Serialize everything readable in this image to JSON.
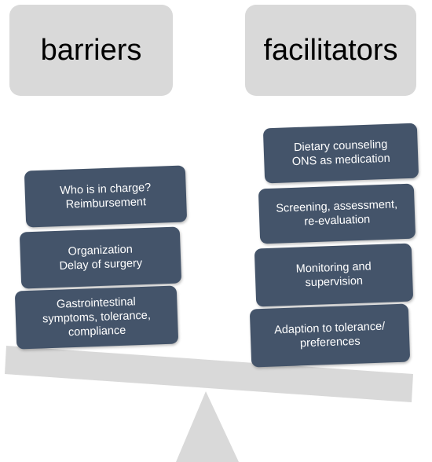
{
  "headers": {
    "left": "barriers",
    "right": "facilitators"
  },
  "barriers": [
    "Who is in charge?\nReimbursement",
    "Organization\nDelay of surgery",
    "Gastrointestinal\nsymptoms, tolerance,\ncompliance"
  ],
  "facilitators": [
    "Dietary counseling\nONS as medication",
    "Screening, assessment,\nre-evaluation",
    "Monitoring and\nsupervision",
    "Adaption to tolerance/\npreferences"
  ],
  "colors": {
    "header_fill": "#d9d9d9",
    "item_fill": "#44546a",
    "item_text": "#ffffff",
    "beam_fill": "#d9d9d9"
  }
}
